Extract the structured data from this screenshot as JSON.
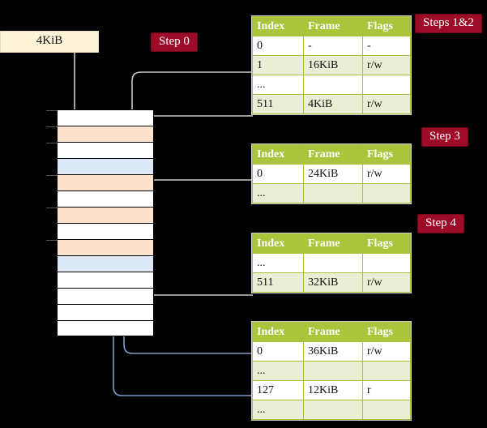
{
  "diagram": {
    "title_badges": [
      {
        "id": "steps12",
        "label": "Steps 1&2"
      },
      {
        "id": "step3",
        "label": "Step 3"
      },
      {
        "id": "step4",
        "label": "Step 4"
      },
      {
        "id": "step0",
        "label": "Step 0"
      }
    ],
    "source_box": {
      "label": "4KiB"
    },
    "colors": {
      "badge_bg": "#9e0b28",
      "badge_text": "#ffffff",
      "table_header_bg": "#aac43c",
      "table_alt_row_bg": "#e9eed4",
      "table_highlight_bg": "#fbf78c",
      "source_box_bg": "#fdf3d9",
      "mem_orange": "#fde3cc",
      "mem_blue": "#dce8f7",
      "wire_gray": "#bdbdbd",
      "wire_blue": "#7d9dc4"
    },
    "tables": [
      {
        "id": "table-1",
        "columns": [
          "Index",
          "Frame",
          "Flags"
        ],
        "rows": [
          {
            "cells": [
              "0",
              "-",
              "-"
            ],
            "style": "plain"
          },
          {
            "cells": [
              "1",
              "16KiB",
              "r/w"
            ],
            "style": "alt"
          },
          {
            "cells": [
              "...",
              "",
              ""
            ],
            "style": "plain"
          },
          {
            "cells": [
              "511",
              "4KiB",
              "r/w"
            ],
            "style": "alt",
            "highlight": true
          }
        ]
      },
      {
        "id": "table-2",
        "columns": [
          "Index",
          "Frame",
          "Flags"
        ],
        "rows": [
          {
            "cells": [
              "0",
              "24KiB",
              "r/w"
            ],
            "style": "plain"
          },
          {
            "cells": [
              "...",
              "",
              ""
            ],
            "style": "alt"
          }
        ]
      },
      {
        "id": "table-3",
        "columns": [
          "Index",
          "Frame",
          "Flags"
        ],
        "rows": [
          {
            "cells": [
              "...",
              "",
              ""
            ],
            "style": "plain"
          },
          {
            "cells": [
              "511",
              "32KiB",
              "r/w"
            ],
            "style": "alt"
          }
        ]
      },
      {
        "id": "table-4",
        "columns": [
          "Index",
          "Frame",
          "Flags"
        ],
        "rows": [
          {
            "cells": [
              "0",
              "36KiB",
              "r/w"
            ],
            "style": "plain"
          },
          {
            "cells": [
              "...",
              "",
              ""
            ],
            "style": "alt"
          },
          {
            "cells": [
              "127",
              "12KiB",
              "r"
            ],
            "style": "plain"
          },
          {
            "cells": [
              "...",
              "",
              ""
            ],
            "style": "alt"
          }
        ]
      }
    ],
    "memory_column": {
      "rows": [
        {
          "fill": "white"
        },
        {
          "fill": "orange"
        },
        {
          "fill": "white"
        },
        {
          "fill": "blue"
        },
        {
          "fill": "orange"
        },
        {
          "fill": "white"
        },
        {
          "fill": "orange"
        },
        {
          "fill": "white"
        },
        {
          "fill": "orange"
        },
        {
          "fill": "blue"
        },
        {
          "fill": "white"
        },
        {
          "fill": "white"
        },
        {
          "fill": "white"
        },
        {
          "fill": "white"
        }
      ]
    }
  }
}
